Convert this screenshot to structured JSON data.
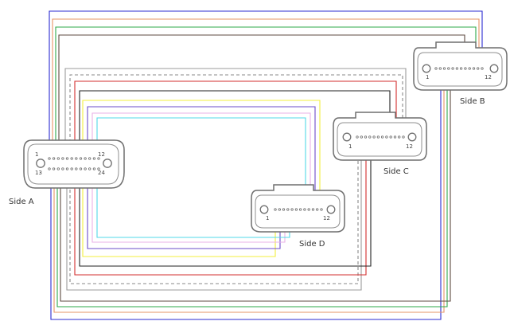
{
  "sides": {
    "a": {
      "label": "Side A",
      "pin_tl": "1",
      "pin_tr": "12",
      "pin_bl": "13",
      "pin_br": "24"
    },
    "b": {
      "label": "Side B",
      "pin_first": "1",
      "pin_last": "12"
    },
    "c": {
      "label": "Side C",
      "pin_first": "1",
      "pin_last": "12"
    },
    "d": {
      "label": "Side D",
      "pin_first": "1",
      "pin_last": "12"
    }
  },
  "colors": {
    "blue": "#2b2bd1",
    "orange": "#e69566",
    "green": "#2ea84a",
    "brown": "#5e4a40",
    "gray": "#9b9b9b",
    "red": "#d32f2f",
    "black": "#222222",
    "yellow": "#f3ef3d",
    "purple": "#6b4cc9",
    "pink": "#eab2e7",
    "cyan": "#52d8e8",
    "dashed": "#888888"
  }
}
